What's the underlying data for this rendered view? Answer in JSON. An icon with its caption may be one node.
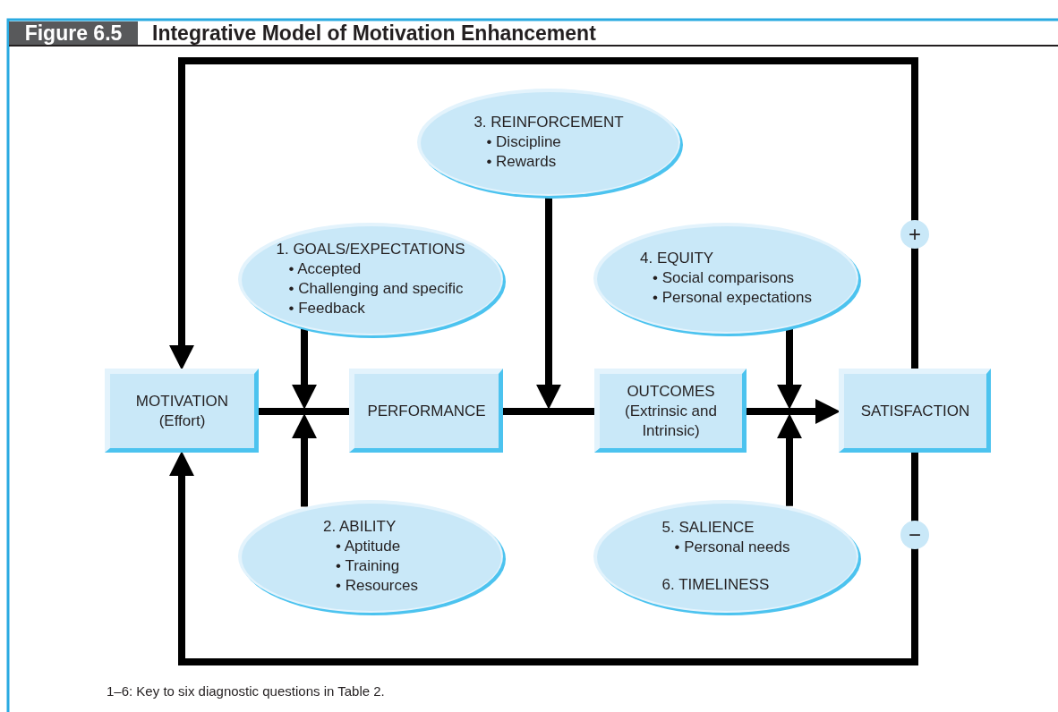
{
  "diagram": {
    "title": "Integrative Model of Motivation Enhancement",
    "caption": "1–6: Key to six diagnostic questions in Table 2.",
    "nodes": [
      {
        "text": [
          "MOTIVATION (Effort)"
        ]
      },
      {
        "text": [
          "PERFORMANCE"
        ]
      },
      {
        "text": [
          "OUTCOMES (Extrinsic and Intrinsic)"
        ]
      },
      {
        "text": [
          "SATISFACTION"
        ]
      },
      {
        "text": [
          "3. REINFORCEMENT",
          "• Discipline",
          "• Rewards"
        ]
      },
      {
        "text": [
          "1. GOALS/EXPECTATIONS",
          "• Accepted",
          "• Challenging and specific",
          "• Feedback"
        ]
      },
      {
        "text": [
          "4. EQUITY",
          "• Social comparisons",
          "• Personal expectations"
        ]
      },
      {
        "text": [
          "2. ABILITY",
          "• Aptitude",
          "• Training",
          "• Resources"
        ]
      },
      {
        "text": [
          "5. SALIENCE",
          "• Personal needs",
          "6. TIMELINESS"
        ]
      }
    ],
    "edges": [
      {
        "from": 0,
        "to": 1,
        "arrow": "none"
      },
      {
        "from": 1,
        "to": 2,
        "arrow": "none"
      },
      {
        "from": 2,
        "to": 3,
        "arrow": "to"
      },
      {
        "from": 5,
        "to": 1,
        "arrow": "to"
      },
      {
        "from": 7,
        "to": 1,
        "arrow": "to"
      },
      {
        "from": 4,
        "to": null,
        "arrow": "to"
      },
      {
        "from": 6,
        "to": 2,
        "arrow": "to"
      },
      {
        "from": 8,
        "to": 2,
        "arrow": "to"
      },
      {
        "from": 3,
        "to": 0,
        "arrow": "to",
        "label": "+"
      },
      {
        "from": 3,
        "to": 0,
        "arrow": "to",
        "label": "−"
      }
    ],
    "labels": [
      "Figure 6.5"
    ]
  }
}
